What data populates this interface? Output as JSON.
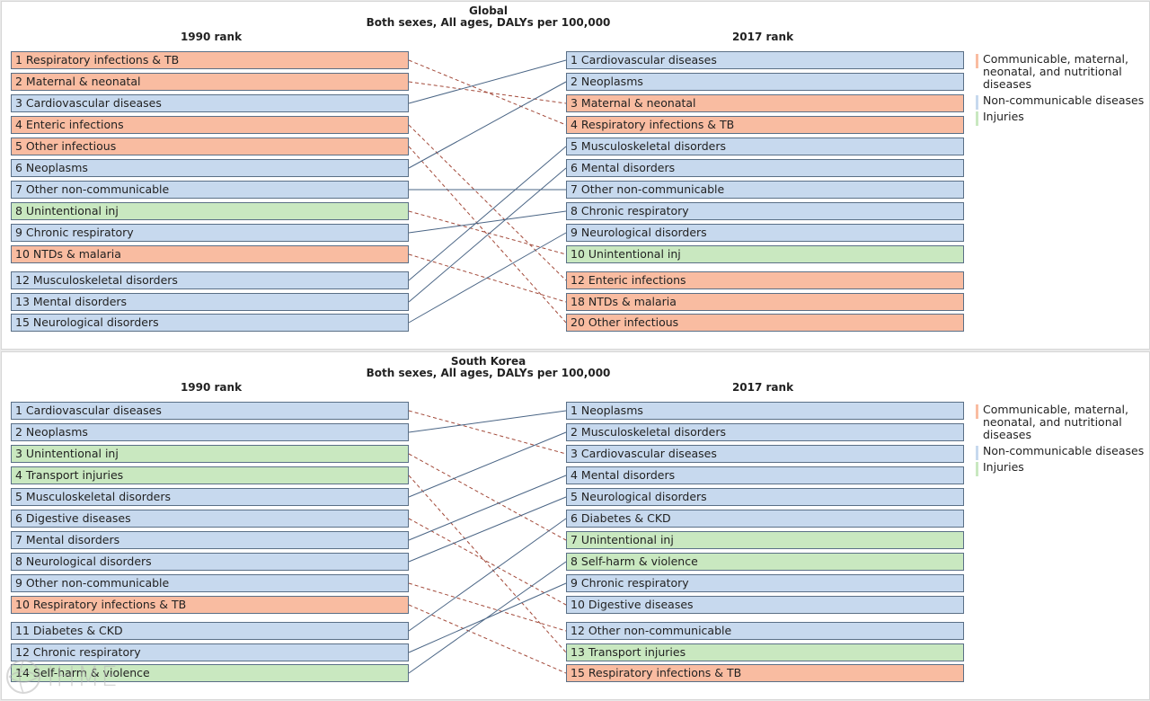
{
  "legend": {
    "items": [
      {
        "label": "Communicable, maternal, neonatal, and nutritional diseases",
        "color": "#f9bca1"
      },
      {
        "label": "Non-communicable diseases",
        "color": "#c7d9ee"
      },
      {
        "label": "Injuries",
        "color": "#c9e8c0"
      }
    ]
  },
  "colors": {
    "comm": "#f9bca1",
    "ncd": "#c7d9ee",
    "inj": "#c9e8c0",
    "rise_line": "#4a6585",
    "fall_line": "#a34a3a"
  },
  "watermark": {
    "text": "IHME"
  },
  "panels": [
    {
      "title_line1": "Global",
      "title_line2": "Both sexes, All ages, DALYs per 100,000",
      "left_header": "1990 rank",
      "right_header": "2017 rank",
      "left": [
        {
          "label": "1 Respiratory infections & TB",
          "cat": "comm"
        },
        {
          "label": "2 Maternal & neonatal",
          "cat": "comm"
        },
        {
          "label": "3 Cardiovascular diseases",
          "cat": "ncd"
        },
        {
          "label": "4 Enteric infections",
          "cat": "comm"
        },
        {
          "label": "5 Other infectious",
          "cat": "comm"
        },
        {
          "label": "6 Neoplasms",
          "cat": "ncd"
        },
        {
          "label": "7 Other non-communicable",
          "cat": "ncd"
        },
        {
          "label": "8 Unintentional inj",
          "cat": "inj"
        },
        {
          "label": "9 Chronic respiratory",
          "cat": "ncd"
        },
        {
          "label": "10 NTDs & malaria",
          "cat": "comm"
        },
        {
          "label": "12 Musculoskeletal disorders",
          "cat": "ncd"
        },
        {
          "label": "13 Mental disorders",
          "cat": "ncd"
        },
        {
          "label": "15 Neurological disorders",
          "cat": "ncd"
        }
      ],
      "right": [
        {
          "label": "1 Cardiovascular diseases",
          "cat": "ncd"
        },
        {
          "label": "2 Neoplasms",
          "cat": "ncd"
        },
        {
          "label": "3 Maternal & neonatal",
          "cat": "comm"
        },
        {
          "label": "4 Respiratory infections & TB",
          "cat": "comm"
        },
        {
          "label": "5 Musculoskeletal disorders",
          "cat": "ncd"
        },
        {
          "label": "6 Mental disorders",
          "cat": "ncd"
        },
        {
          "label": "7 Other non-communicable",
          "cat": "ncd"
        },
        {
          "label": "8 Chronic respiratory",
          "cat": "ncd"
        },
        {
          "label": "9 Neurological disorders",
          "cat": "ncd"
        },
        {
          "label": "10 Unintentional inj",
          "cat": "inj"
        },
        {
          "label": "12 Enteric infections",
          "cat": "comm"
        },
        {
          "label": "18 NTDs & malaria",
          "cat": "comm"
        },
        {
          "label": "20 Other infectious",
          "cat": "comm"
        }
      ],
      "links": [
        [
          0,
          3
        ],
        [
          1,
          2
        ],
        [
          2,
          0
        ],
        [
          3,
          10
        ],
        [
          4,
          12
        ],
        [
          5,
          1
        ],
        [
          6,
          6
        ],
        [
          7,
          9
        ],
        [
          8,
          7
        ],
        [
          9,
          11
        ],
        [
          10,
          4
        ],
        [
          11,
          5
        ],
        [
          12,
          8
        ]
      ]
    },
    {
      "title_line1": "South Korea",
      "title_line2": "Both sexes, All ages, DALYs per 100,000",
      "left_header": "1990 rank",
      "right_header": "2017 rank",
      "left": [
        {
          "label": "1 Cardiovascular diseases",
          "cat": "ncd"
        },
        {
          "label": "2 Neoplasms",
          "cat": "ncd"
        },
        {
          "label": "3 Unintentional inj",
          "cat": "inj"
        },
        {
          "label": "4 Transport injuries",
          "cat": "inj"
        },
        {
          "label": "5 Musculoskeletal disorders",
          "cat": "ncd"
        },
        {
          "label": "6 Digestive diseases",
          "cat": "ncd"
        },
        {
          "label": "7 Mental disorders",
          "cat": "ncd"
        },
        {
          "label": "8 Neurological disorders",
          "cat": "ncd"
        },
        {
          "label": "9 Other non-communicable",
          "cat": "ncd"
        },
        {
          "label": "10 Respiratory infections & TB",
          "cat": "comm"
        },
        {
          "label": "11 Diabetes & CKD",
          "cat": "ncd"
        },
        {
          "label": "12 Chronic respiratory",
          "cat": "ncd"
        },
        {
          "label": "14 Self-harm & violence",
          "cat": "inj"
        }
      ],
      "right": [
        {
          "label": "1 Neoplasms",
          "cat": "ncd"
        },
        {
          "label": "2 Musculoskeletal disorders",
          "cat": "ncd"
        },
        {
          "label": "3 Cardiovascular diseases",
          "cat": "ncd"
        },
        {
          "label": "4 Mental disorders",
          "cat": "ncd"
        },
        {
          "label": "5 Neurological disorders",
          "cat": "ncd"
        },
        {
          "label": "6 Diabetes & CKD",
          "cat": "ncd"
        },
        {
          "label": "7 Unintentional inj",
          "cat": "inj"
        },
        {
          "label": "8 Self-harm & violence",
          "cat": "inj"
        },
        {
          "label": "9 Chronic respiratory",
          "cat": "ncd"
        },
        {
          "label": "10 Digestive diseases",
          "cat": "ncd"
        },
        {
          "label": "12 Other non-communicable",
          "cat": "ncd"
        },
        {
          "label": "13 Transport injuries",
          "cat": "inj"
        },
        {
          "label": "15 Respiratory infections & TB",
          "cat": "comm"
        }
      ],
      "links": [
        [
          0,
          2
        ],
        [
          1,
          0
        ],
        [
          2,
          6
        ],
        [
          3,
          11
        ],
        [
          4,
          1
        ],
        [
          5,
          9
        ],
        [
          6,
          3
        ],
        [
          7,
          4
        ],
        [
          8,
          10
        ],
        [
          9,
          12
        ],
        [
          10,
          5
        ],
        [
          11,
          8
        ],
        [
          12,
          7
        ]
      ]
    }
  ]
}
